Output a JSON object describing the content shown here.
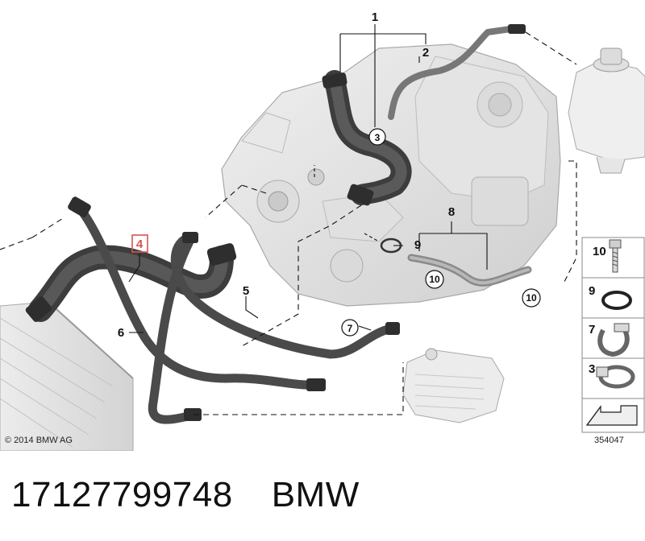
{
  "callouts": {
    "c1": "1",
    "c2": "2",
    "c3": "3",
    "c4": "4",
    "c5": "5",
    "c6": "6",
    "c7": "7",
    "c8": "8",
    "c9": "9",
    "c10a": "10",
    "c10b": "10"
  },
  "legend": {
    "l10": "10",
    "l9": "9",
    "l7": "7",
    "l3": "3"
  },
  "highlight_color": "#d9534f",
  "copyright": "© 2014 BMW AG",
  "diagram_number": "354047",
  "caption": {
    "part_number": "17127799748",
    "brand": "BMW"
  }
}
